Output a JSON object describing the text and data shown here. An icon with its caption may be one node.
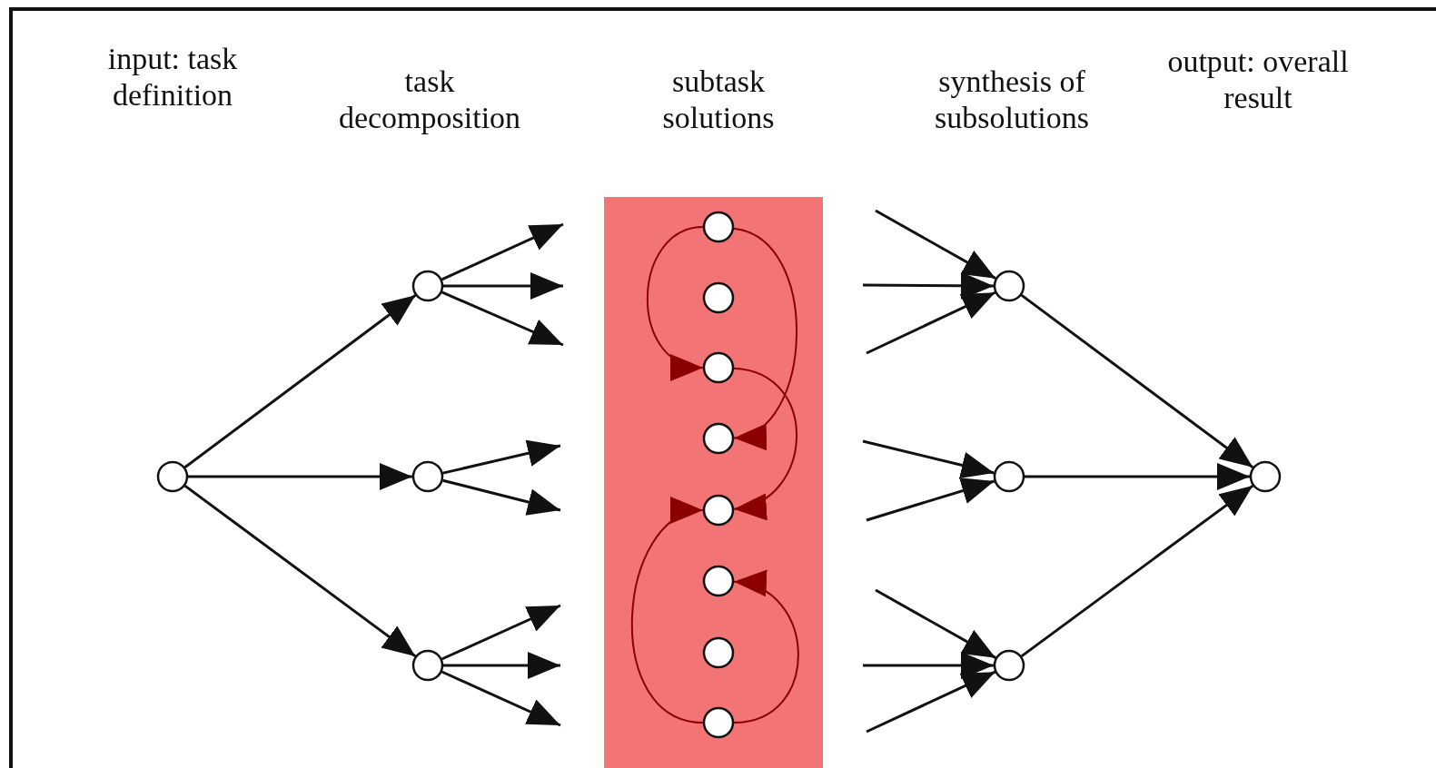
{
  "diagram": {
    "nodes": [
      {
        "text": [],
        "shape": "box"
      },
      {
        "text": [],
        "shape": "circle"
      },
      {
        "text": [],
        "shape": "circle"
      },
      {
        "text": [],
        "shape": "circle"
      },
      {
        "text": [],
        "shape": "circle"
      },
      {
        "text": [],
        "shape": "circle",
        "in": 0
      },
      {
        "text": [],
        "shape": "circle",
        "in": 0
      },
      {
        "text": [],
        "shape": "circle",
        "in": 0
      },
      {
        "text": [],
        "shape": "circle",
        "in": 0
      },
      {
        "text": [],
        "shape": "circle",
        "in": 0
      },
      {
        "text": [],
        "shape": "circle",
        "in": 0
      },
      {
        "text": [],
        "shape": "circle",
        "in": 0
      },
      {
        "text": [],
        "shape": "circle",
        "in": 0
      },
      {
        "text": [],
        "shape": "circle"
      },
      {
        "text": [],
        "shape": "circle"
      },
      {
        "text": [],
        "shape": "circle"
      },
      {
        "text": [],
        "shape": "circle"
      }
    ],
    "edges": [
      {
        "from": 1,
        "to": 2,
        "arrow": "to"
      },
      {
        "from": 1,
        "to": 3,
        "arrow": "to"
      },
      {
        "from": 1,
        "to": 4,
        "arrow": "to"
      },
      {
        "from": 2,
        "to": null,
        "arrow": "to"
      },
      {
        "from": 2,
        "to": null,
        "arrow": "to"
      },
      {
        "from": 2,
        "to": null,
        "arrow": "to"
      },
      {
        "from": 3,
        "to": null,
        "arrow": "to"
      },
      {
        "from": 3,
        "to": null,
        "arrow": "to"
      },
      {
        "from": 4,
        "to": null,
        "arrow": "to"
      },
      {
        "from": 4,
        "to": null,
        "arrow": "to"
      },
      {
        "from": 4,
        "to": null,
        "arrow": "to"
      },
      {
        "from": 5,
        "to": 7,
        "arrow": "to",
        "color": "#8b0000"
      },
      {
        "from": 5,
        "to": 8,
        "arrow": "to",
        "color": "#8b0000"
      },
      {
        "from": 7,
        "to": 9,
        "arrow": "to",
        "color": "#8b0000"
      },
      {
        "from": 12,
        "to": 9,
        "arrow": "to",
        "color": "#8b0000"
      },
      {
        "from": 12,
        "to": 10,
        "arrow": "to",
        "color": "#8b0000"
      },
      {
        "from": null,
        "to": 13,
        "arrow": "to"
      },
      {
        "from": null,
        "to": 13,
        "arrow": "to"
      },
      {
        "from": null,
        "to": 13,
        "arrow": "to"
      },
      {
        "from": null,
        "to": 14,
        "arrow": "to"
      },
      {
        "from": null,
        "to": 14,
        "arrow": "to"
      },
      {
        "from": null,
        "to": 15,
        "arrow": "to"
      },
      {
        "from": null,
        "to": 15,
        "arrow": "to"
      },
      {
        "from": null,
        "to": 15,
        "arrow": "to"
      },
      {
        "from": 13,
        "to": 16,
        "arrow": "to"
      },
      {
        "from": 14,
        "to": 16,
        "arrow": "to"
      },
      {
        "from": 15,
        "to": 16,
        "arrow": "to"
      }
    ],
    "labels": [
      "input: task definition",
      "task decomposition",
      "subtask solutions",
      "synthesis of subsolutions",
      "output: overall result"
    ]
  }
}
